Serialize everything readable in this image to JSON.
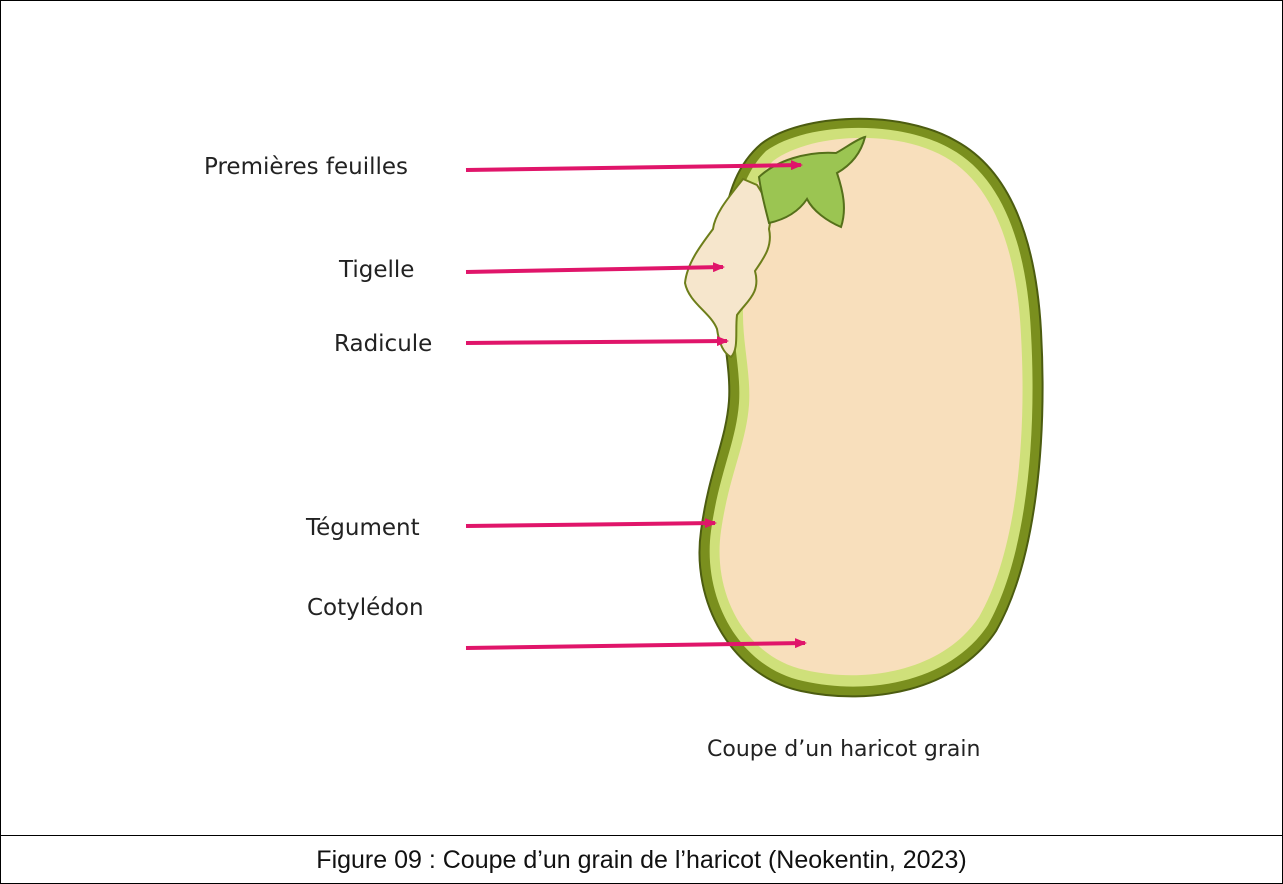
{
  "labels": {
    "premieres_feuilles": "Premières feuilles",
    "tigelle": "Tigelle",
    "radicule": "Radicule",
    "tegument": "Tégument",
    "cotyledon": "Cotylédon"
  },
  "subtitle": "Coupe d’un haricot grain",
  "caption": "Figure 09 : Coupe d’un grain de l’haricot (Neokentin, 2023)",
  "colors": {
    "arrow": "#e0156a",
    "seed_coat": "#7a8f1e",
    "seed_coat_light": "#cfe07a",
    "cotyledon": "#f8dfbc",
    "leaves": "#9bc552",
    "tigelle": "#f6e6cc"
  }
}
